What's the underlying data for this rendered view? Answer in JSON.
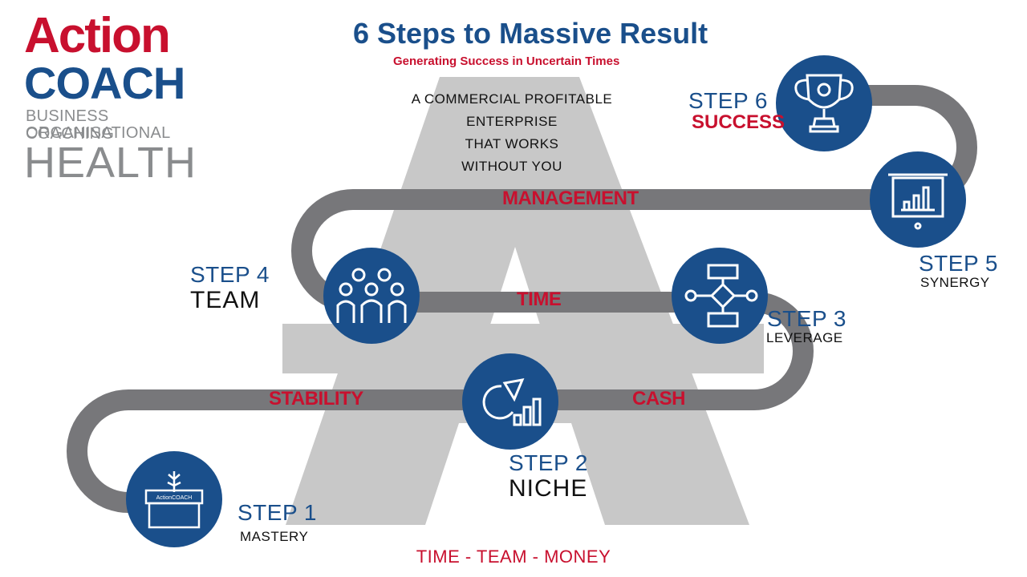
{
  "logo": {
    "action": "Action",
    "coach": "COACH",
    "line1": "BUSINESS COACHING",
    "line2": "ORGANISATIONAL",
    "line3": "HEALTH"
  },
  "title": "6 Steps to Massive Result",
  "subtitle": "Generating Success in Uncertain Times",
  "goal": "A COMMERCIAL PROFITABLE\nENTERPRISE\nTHAT WORKS\nWITHOUT YOU",
  "road_labels": {
    "management": "MANAGEMENT",
    "time": "TIME",
    "stability": "STABILITY",
    "cash": "CASH"
  },
  "steps": [
    {
      "number": "STEP 1",
      "name": "MASTERY",
      "icon": "storefront-icon"
    },
    {
      "number": "STEP 2",
      "name": "NICHE",
      "icon": "chart-growth-icon"
    },
    {
      "number": "STEP 3",
      "name": "LEVERAGE",
      "icon": "flowchart-icon"
    },
    {
      "number": "STEP 4",
      "name": "TEAM",
      "icon": "people-icon"
    },
    {
      "number": "STEP 5",
      "name": "SYNERGY",
      "icon": "presentation-icon"
    },
    {
      "number": "STEP 6",
      "name": "SUCCESS",
      "icon": "trophy-icon"
    }
  ],
  "store_sign": "ActionCOACH",
  "footer": "TIME - TEAM - MONEY",
  "colors": {
    "brand_blue": "#1a4f8b",
    "brand_red": "#c8102e",
    "road_gray": "#77777a",
    "watermark_gray": "#c8c8c8"
  }
}
